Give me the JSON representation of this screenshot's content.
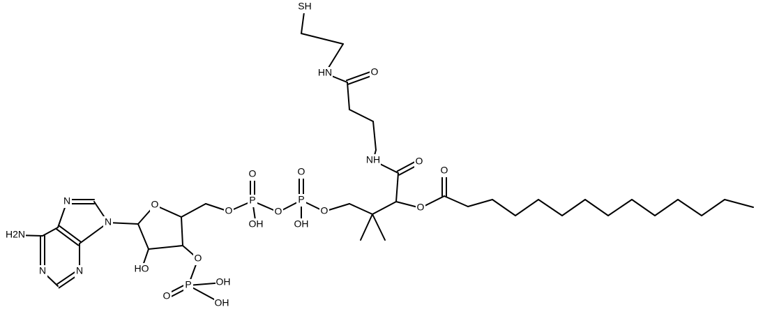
{
  "diagram": {
    "type": "chemical-structure",
    "atom_labels": {
      "sh": "SH",
      "nh_top": "HN",
      "o_amide_top": "O",
      "nh_mid": "NH",
      "o_amide_mid": "O",
      "o_ester_carbonyl": "O",
      "o_ester": "O",
      "o_panto": "O",
      "p2": "P",
      "p2_oxo": "O",
      "p2_oh": "OH",
      "o_bridge": "O",
      "p1": "P",
      "p1_oxo": "O",
      "p1_oh": "OH",
      "o5": "O",
      "o_ring": "O",
      "n9": "N",
      "n7": "N",
      "n3": "N",
      "n1": "N",
      "nh2": "H2N",
      "o2_oh": "HO",
      "o3": "O",
      "p3": "P",
      "p3_oh_a": "OH",
      "p3_oh_b": "OH",
      "p3_oxo": "O"
    }
  }
}
